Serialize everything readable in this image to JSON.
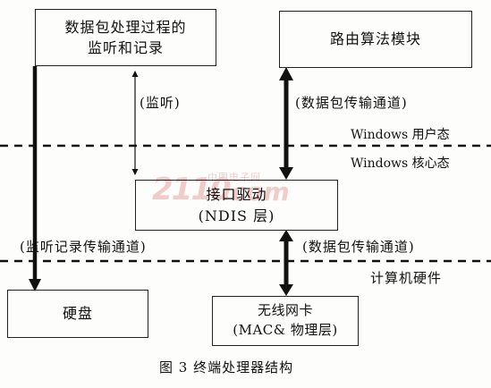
{
  "boxes": {
    "capture": {
      "line1": "数据包处理过程的",
      "line2": "监听和记录"
    },
    "routing": {
      "line1": "路由算法模块"
    },
    "driver": {
      "line1": "接口驱动",
      "line2": "(NDIS 层)"
    },
    "disk": {
      "line1": "硬盘"
    },
    "nic": {
      "line1": "无线网卡",
      "line2": "(MAC& 物理层)"
    }
  },
  "labels": {
    "listen": "(监听)",
    "packet_channel_top": "(数据包传输通道)",
    "user_mode": "Windows 用户态",
    "kernel_mode": "Windows 核心态",
    "log_channel": "(监听记录传输通道)",
    "packet_channel_bottom": "(数据包传输通道)",
    "hardware": "计算机硬件"
  },
  "watermark": {
    "digits": "2110",
    "domain": ".com",
    "cn_text": "中国电子网"
  },
  "caption": "图 3  终端处理器结构"
}
